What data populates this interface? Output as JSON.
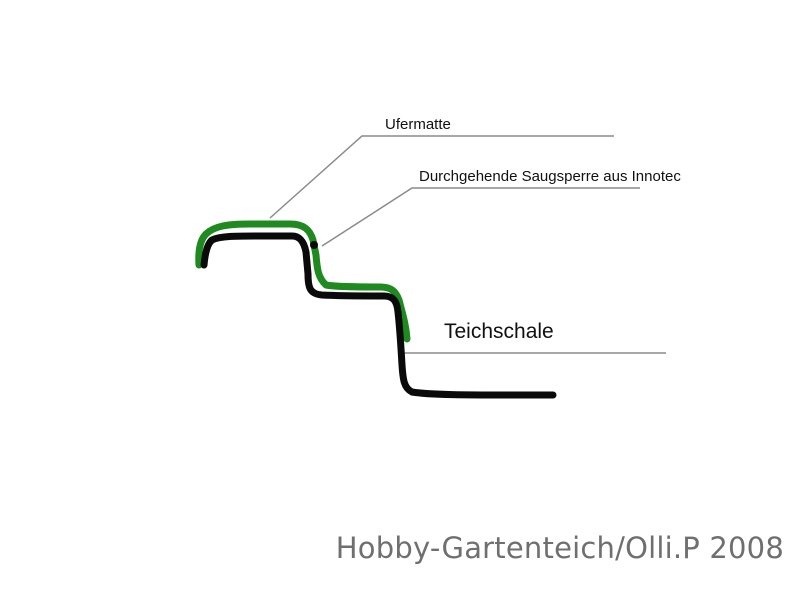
{
  "labels": {
    "ufermatte": "Ufermatte",
    "saugsperre": "Durchgehende Saugsperre aus Innotec",
    "teichschale": "Teichschale"
  },
  "watermark": "Hobby-Gartenteich/Olli.P 2008",
  "colors": {
    "ufermatte_line": "#1f8a1f",
    "teichschale_line": "#0a0a0a",
    "leader_line": "#8a8a8a",
    "watermark_text": "#6f6f6f"
  }
}
